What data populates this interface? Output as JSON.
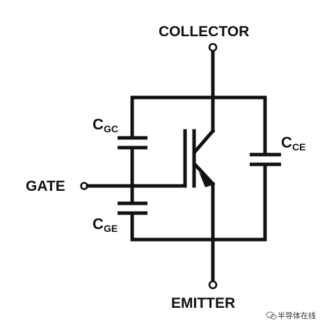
{
  "labels": {
    "collector": "COLLECTOR",
    "emitter": "EMITTER",
    "gate": "GATE"
  },
  "capacitors": {
    "cgc": {
      "symbol": "C",
      "subscript": "GC"
    },
    "cge": {
      "symbol": "C",
      "subscript": "GE"
    },
    "cce": {
      "symbol": "C",
      "subscript": "CE"
    }
  },
  "watermark": {
    "text": "半导体在线",
    "icon": "wechat-icon"
  },
  "colors": {
    "line": "#111111",
    "background": "#ffffff"
  }
}
